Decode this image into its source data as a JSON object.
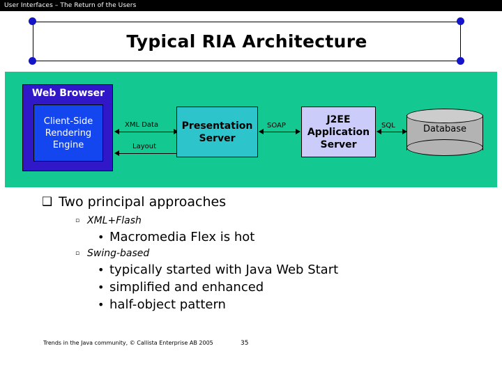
{
  "header": {
    "text": "User Interfaces – The Return of the Users"
  },
  "slide": {
    "title": "Typical RIA Architecture",
    "selection_handle_color": "#1414c8"
  },
  "diagram": {
    "panel_color": "#14c991",
    "nodes": {
      "web_browser": {
        "label": "Web Browser",
        "color": "#3018c8",
        "inner": {
          "line1": "Client-Side",
          "line2": "Rendering",
          "line3": "Engine",
          "color": "#1446f0"
        }
      },
      "presentation_server": {
        "line1": "Presentation",
        "line2": "Server",
        "color": "#2ec4cc"
      },
      "j2ee_application_server": {
        "line1": "J2EE",
        "line2": "Application",
        "line3": "Server",
        "color": "#ccccfa"
      },
      "database": {
        "label": "Database",
        "color": "#b3b3b3"
      }
    },
    "connectors": {
      "xml_data": "XML Data",
      "layout": "Layout",
      "soap": "SOAP",
      "sql": "SQL"
    }
  },
  "content": {
    "level1": {
      "marker": "❑",
      "text": "Two principal approaches"
    },
    "items": [
      {
        "marker": "▫",
        "text": "XML+Flash",
        "children": [
          {
            "marker": "•",
            "text": "Macromedia Flex is hot"
          }
        ]
      },
      {
        "marker": "▫",
        "text": "Swing-based",
        "children": [
          {
            "marker": "•",
            "text": "typically started with Java Web Start"
          },
          {
            "marker": "•",
            "text": "simplified and enhanced"
          },
          {
            "marker": "•",
            "text": "half-object pattern"
          }
        ]
      }
    ]
  },
  "footer": {
    "text": "Trends in the Java community, © Callista Enterprise AB 2005",
    "page_number": "35"
  }
}
